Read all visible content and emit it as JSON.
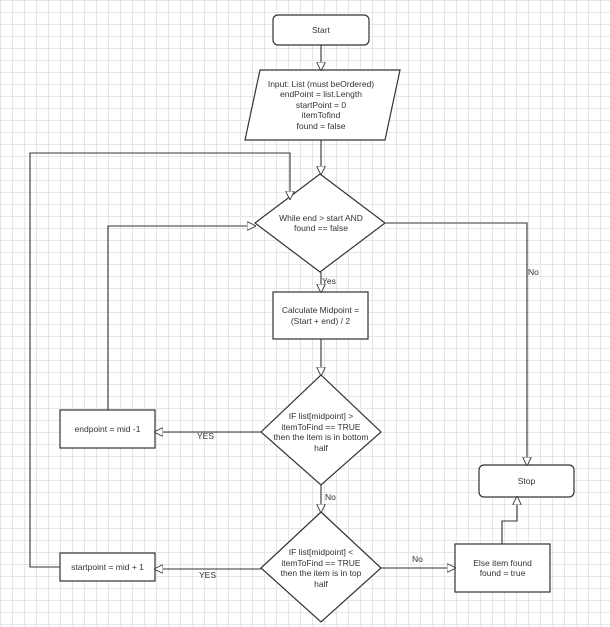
{
  "nodes": {
    "start": "Start",
    "input": "Input: List (must beOrdered)\nendPoint = list.Length\nstartPoint = 0\nitemTofind\nfound = false",
    "while": "While end > start AND\nfound == false",
    "midpoint": "Calculate Midpoint =\n(Start + end) / 2",
    "if_bottom": "IF list[midpoint] >\nitemToFind  == TRUE\nthen the item is in bottom\nhalf",
    "endpoint": "endpoint = mid -1",
    "if_top": "IF list[midpoint] <\nitemToFind  == TRUE\nthen the item is in top\nhalf",
    "startpoint": "startpoint = mid + 1",
    "else_found": "Else item found\nfound = true",
    "stop": "Stop"
  },
  "edge_labels": {
    "while_yes": "Yes",
    "while_no": "No",
    "bottom_yes": "YES",
    "bottom_no": "No",
    "top_yes": "YES",
    "top_no": "No"
  }
}
